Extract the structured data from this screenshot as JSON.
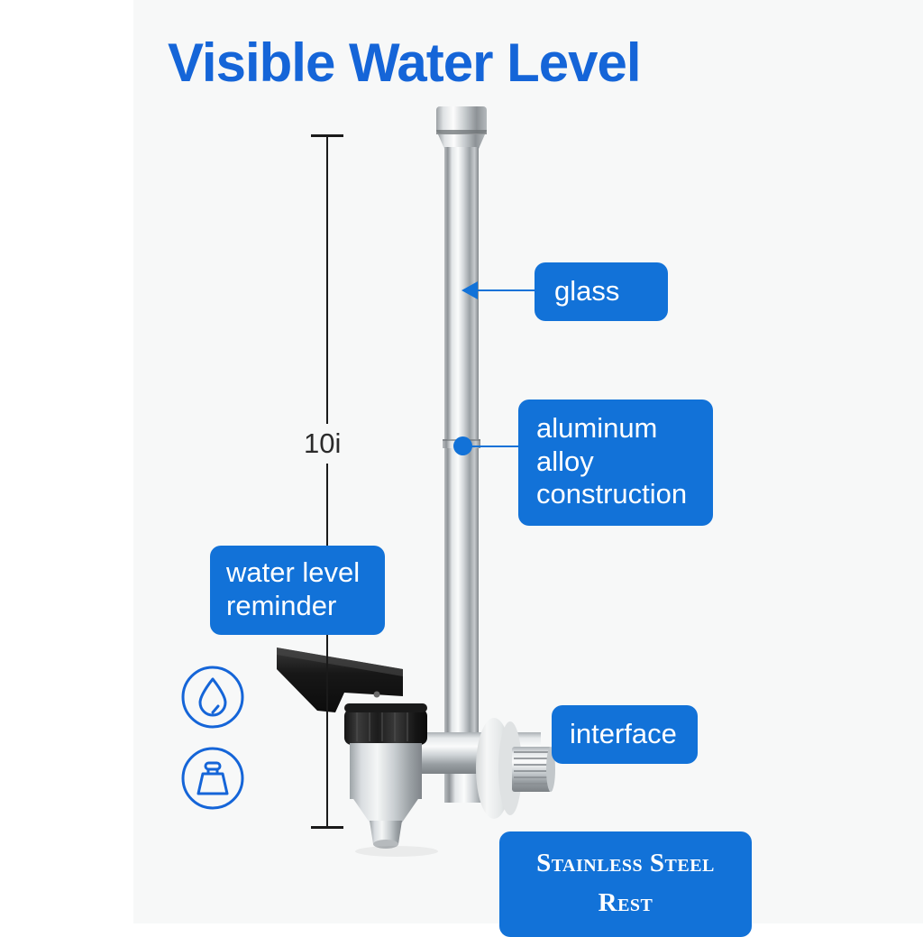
{
  "page": {
    "background_color": "#ffffff",
    "panel_color": "#f7f8f8",
    "accent_color": "#1272d8",
    "title_color": "#1565d8"
  },
  "header": {
    "title": "Visible Water Level"
  },
  "dimension": {
    "label": "10i",
    "line_color": "#1a1a1a"
  },
  "callouts": {
    "glass": {
      "label": "glass",
      "connector": "arrow"
    },
    "alloy": {
      "line1": "aluminum",
      "line2": "alloy",
      "line3": "construction",
      "connector": "dot"
    },
    "reminder": {
      "line1": "water level",
      "line2": "reminder",
      "connector": "none"
    },
    "interface": {
      "label": "interface",
      "connector": "none"
    },
    "rest": {
      "line1": "Stainless Steel",
      "line2": "Rest",
      "connector": "none"
    }
  },
  "feature_icons": [
    {
      "name": "water-drop-icon",
      "color": "#1565d8"
    },
    {
      "name": "weight-icon",
      "color": "#1565d8"
    }
  ],
  "product": {
    "name": "stainless-steel-water-level-gauge-faucet",
    "parts": [
      "top-cap",
      "sight-glass-tube",
      "elbow-pipe",
      "black-lever-handle",
      "black-collar-nut",
      "spout-body",
      "white-washer",
      "threaded-fitting"
    ]
  }
}
